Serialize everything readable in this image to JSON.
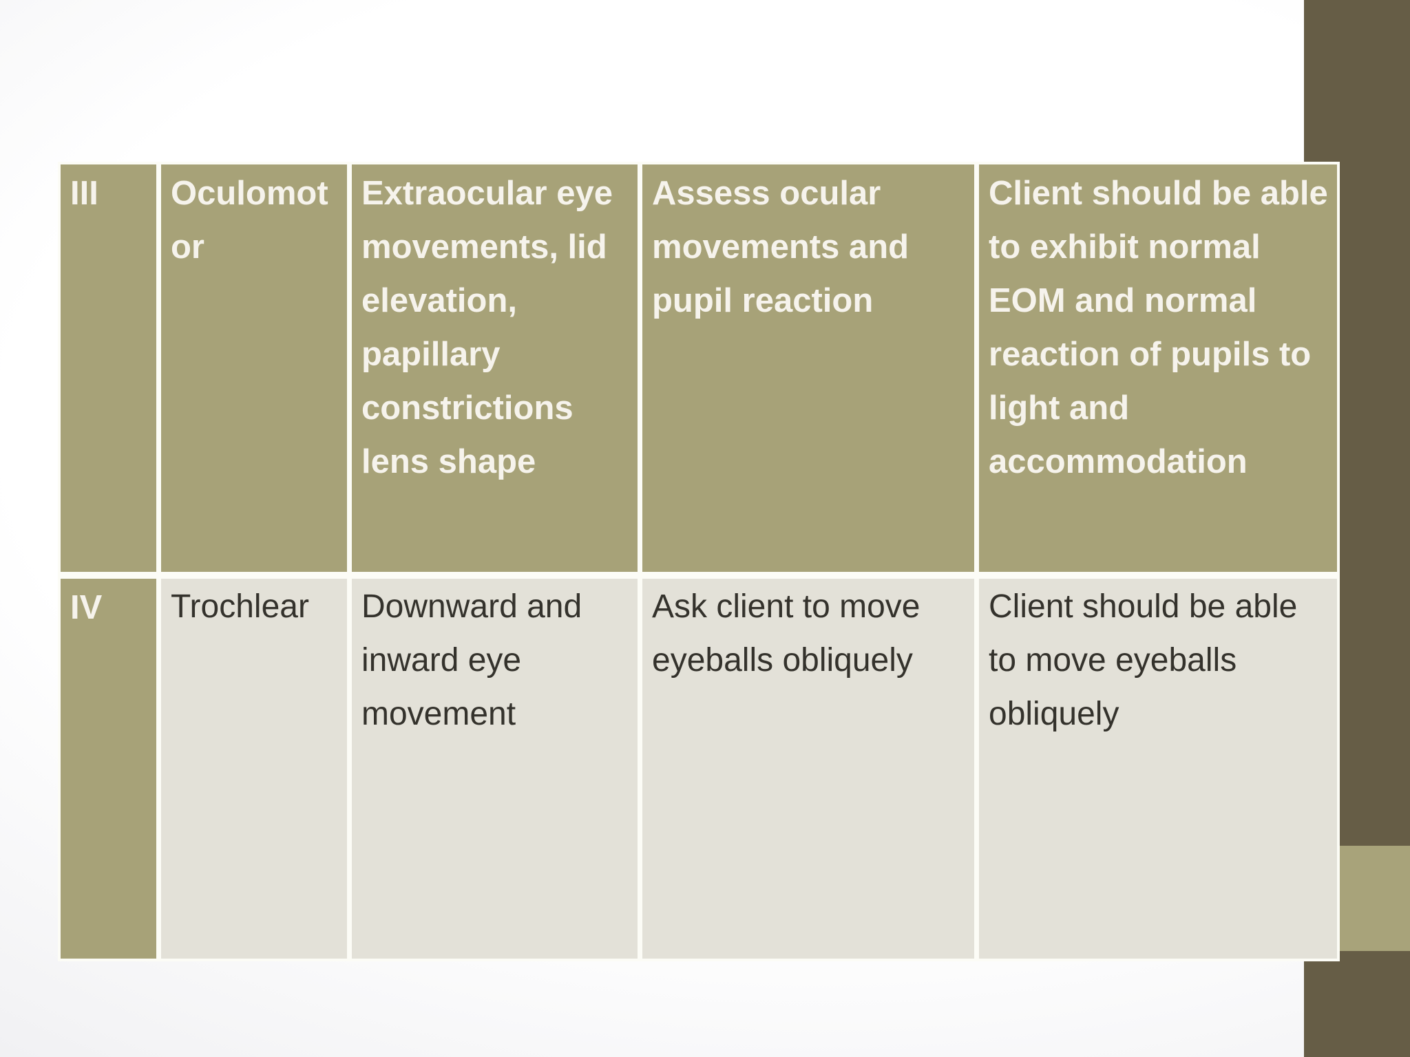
{
  "colors": {
    "accent_brown": "#665d46",
    "accent_olive": "#a8a37a",
    "cell_olive": "#a7a278",
    "cell_light": "#e3e1d8",
    "border_white": "#fcfcf6",
    "row1_text": "#f6f3ec",
    "row2_text": "#34322c"
  },
  "table": {
    "rows": [
      {
        "number": "III",
        "name": "Oculomotor",
        "function": "Extraocular eye movements, lid elevation, papillary constrictions lens shape",
        "assessment": "Assess ocular movements and pupil reaction",
        "expected": "Client should be able to exhibit normal EOM and normal reaction of pupils to light and accommodation"
      },
      {
        "number": "IV",
        "name": "Trochlear",
        "function": "Downward and inward eye movement",
        "assessment": "Ask client to move eyeballs obliquely",
        "expected": "Client should be able to move eyeballs obliquely"
      }
    ]
  }
}
